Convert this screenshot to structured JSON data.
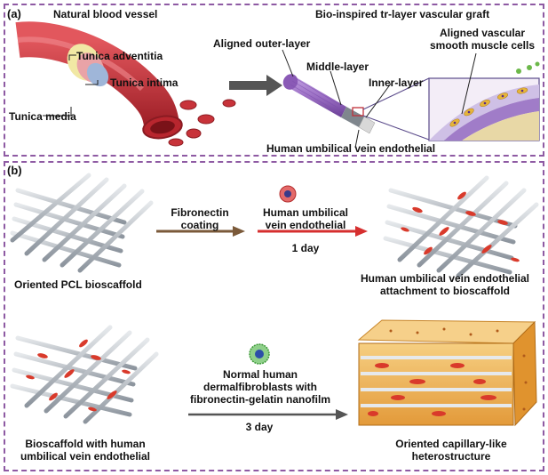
{
  "panel_a": {
    "label": "(a)",
    "vessel_title": "Natural blood vessel",
    "graft_title": "Bio-inspired tr-layer vascular graft",
    "tunica_adventitia": "Tunica adventitia",
    "tunica_intima": "Tunica intima",
    "tunica_media": "Tunica media",
    "aligned_outer_layer": "Aligned outer-layer",
    "middle_layer": "Middle-layer",
    "inner_layer": "Inner-layer",
    "aligned_smc_line1": "Aligned vascular",
    "aligned_smc_line2": "smooth muscle cells",
    "huvec": "Human umbilical vein endothelial"
  },
  "panel_b": {
    "label": "(b)",
    "pcl_scaffold": "Oriented PCL bioscaffold",
    "fibronectin_line1": "Fibronectin",
    "fibronectin_line2": "coating",
    "huvec_line1": "Human umbilical",
    "huvec_line2": "vein endothelial",
    "one_day": "1 day",
    "attachment_line1": "Human umbilical vein endothelial",
    "attachment_line2": "attachment to bioscaffold",
    "fibroblast_line1": "Normal human",
    "fibroblast_line2": "dermalfibroblasts with",
    "fibroblast_line3": "fibronectin-gelatin nanofilm",
    "three_day": "3 day",
    "scaffold_huvec_line1": "Bioscaffold with human",
    "scaffold_huvec_line2": "umbilical vein endothelial",
    "capillary_line1": "Oriented capillary-like",
    "capillary_line2": "heterostructure"
  },
  "colors": {
    "border": "#8e5aa3",
    "vessel_red": "#c8333a",
    "adventitia": "#f1e8a4",
    "media": "#e9a3a7",
    "intima": "#9fb6d9",
    "graft_outer": "#9b6fc4",
    "arrow_brown": "#7b5a3a",
    "arrow_red": "#d62f2f",
    "arrow_gray": "#555555",
    "fiber": "#a9b0b8",
    "cell_red": "#d93a2b",
    "tissue_orange": "#f2b25a"
  }
}
